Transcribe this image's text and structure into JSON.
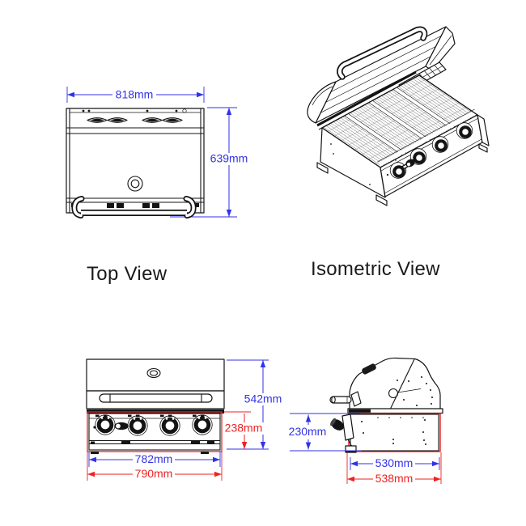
{
  "colors": {
    "dimension_blue": "#3232e8",
    "dimension_red": "#ee2222",
    "line_art": "#141414"
  },
  "views": {
    "top": {
      "label": "Top View",
      "dim_width": "818mm",
      "dim_depth": "639mm"
    },
    "isometric": {
      "label": "Isometric View"
    },
    "front": {
      "dim_total_height": "542mm",
      "dim_body_height": "238mm",
      "dim_body_width": "782mm",
      "dim_overall_width": "790mm"
    },
    "side": {
      "dim_body_height": "230mm",
      "dim_body_depth": "530mm",
      "dim_overall_depth": "538mm"
    }
  }
}
